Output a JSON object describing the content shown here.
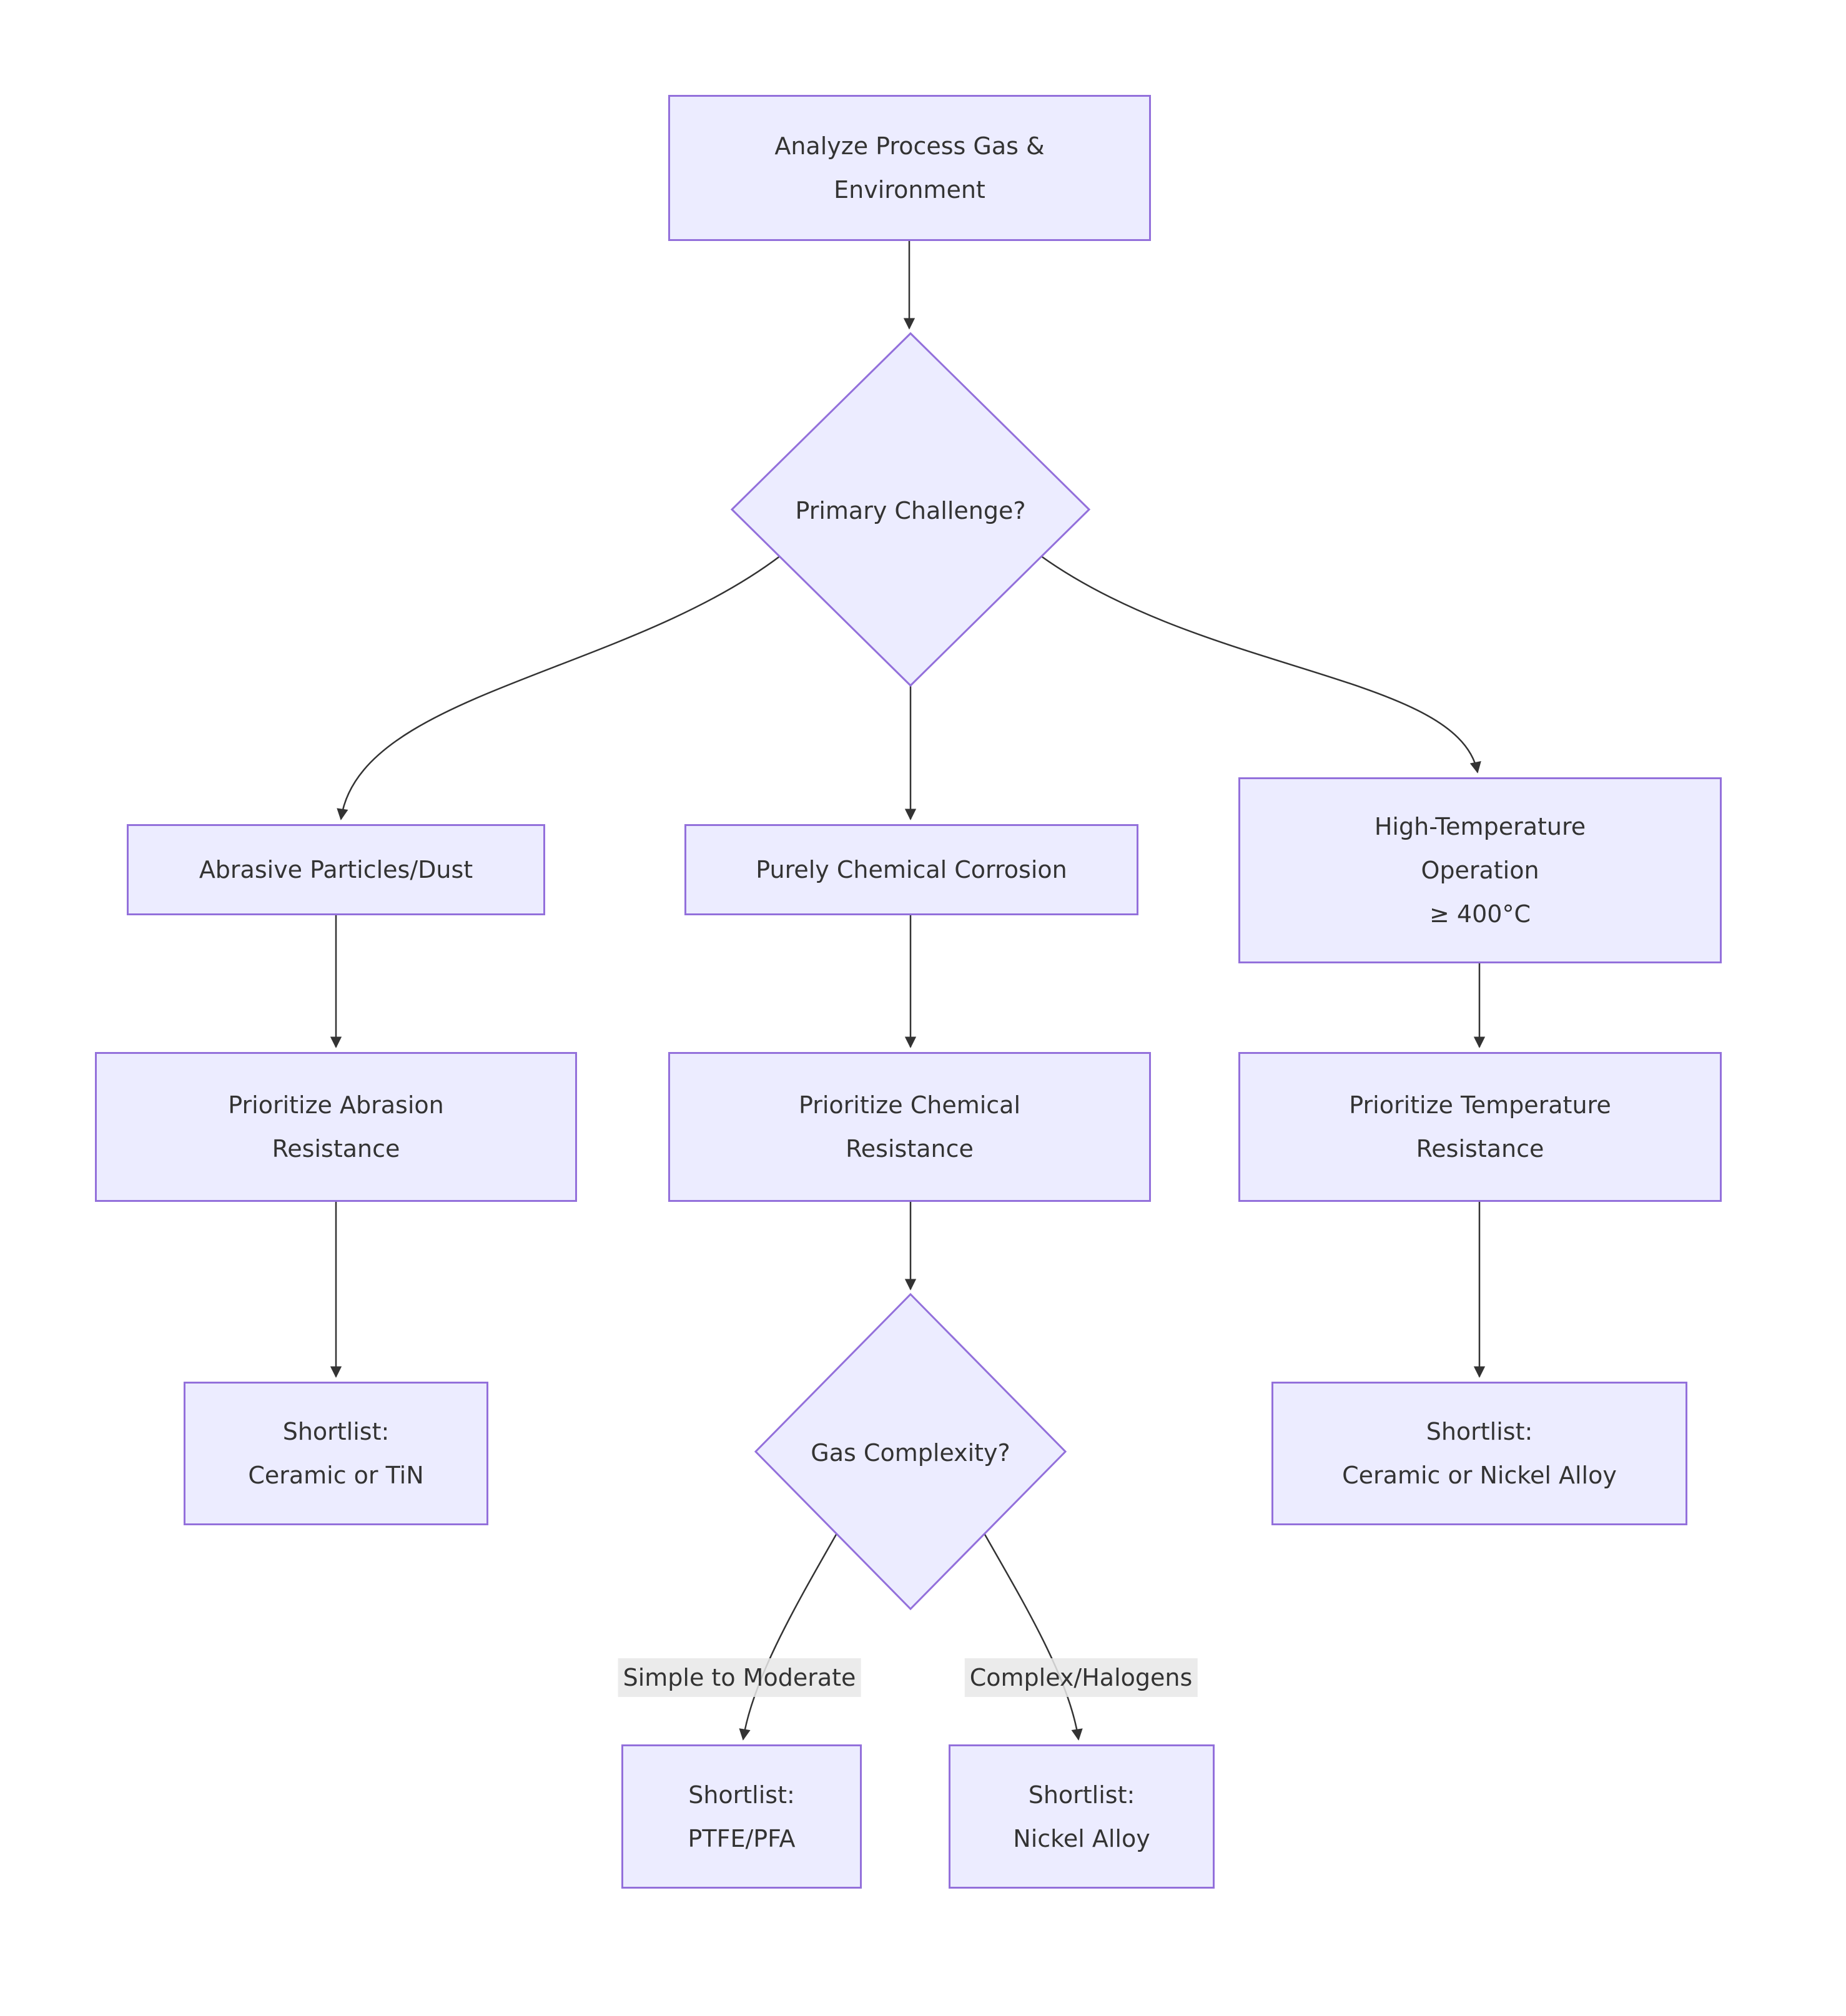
{
  "colors": {
    "background": "#ffffff",
    "node_fill": "#ECECFF",
    "node_border": "#9370DB",
    "text": "#333333",
    "edge_line": "#333333",
    "edge_label_background": "#e8e8e8"
  },
  "nodes": {
    "analyze": {
      "lines": [
        "Analyze Process Gas &",
        "Environment"
      ]
    },
    "primary_challenge": {
      "lines": [
        "Primary Challenge?"
      ]
    },
    "abrasive": {
      "lines": [
        "Abrasive Particles/Dust"
      ]
    },
    "chemical_corrosion": {
      "lines": [
        "Purely Chemical Corrosion"
      ]
    },
    "high_temperature": {
      "lines": [
        "High-Temperature",
        "Operation",
        "≥ 400°C"
      ]
    },
    "prioritize_abrasion": {
      "lines": [
        "Prioritize Abrasion",
        "Resistance"
      ]
    },
    "prioritize_chemical": {
      "lines": [
        "Prioritize Chemical",
        "Resistance"
      ]
    },
    "prioritize_temperature": {
      "lines": [
        "Prioritize Temperature",
        "Resistance"
      ]
    },
    "shortlist_ceramic_tin": {
      "lines": [
        "Shortlist:",
        "Ceramic or TiN"
      ]
    },
    "gas_complexity": {
      "lines": [
        "Gas Complexity?"
      ]
    },
    "shortlist_ceramic_nickel": {
      "lines": [
        "Shortlist:",
        "Ceramic or Nickel Alloy"
      ]
    },
    "shortlist_ptfe_pfa": {
      "lines": [
        "Shortlist:",
        "PTFE/PFA"
      ]
    },
    "shortlist_nickel_alloy": {
      "lines": [
        "Shortlist:",
        "Nickel Alloy"
      ]
    }
  },
  "edge_labels": {
    "simple": "Simple to Moderate",
    "complex": "Complex/Halogens"
  }
}
